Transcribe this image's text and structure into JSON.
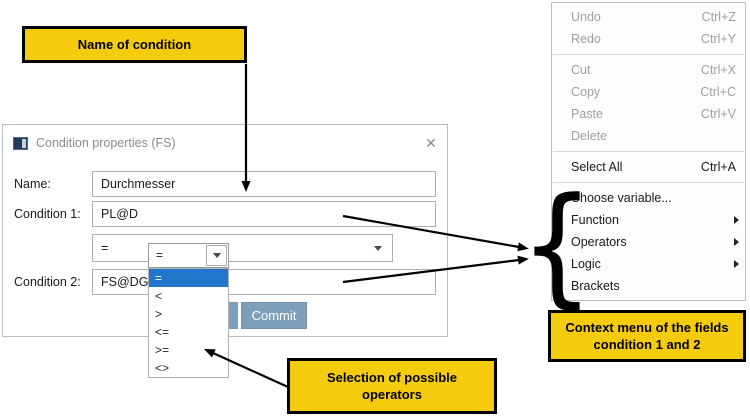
{
  "colors": {
    "callout_yellow": "#F5CC0D",
    "selection_blue": "#2277CC",
    "commit_button_blue": "#7C9FBA"
  },
  "annotations": {
    "name_of_condition": "Name of condition",
    "selection_line1": "Selection of possible",
    "selection_line2": "operators",
    "context_line1": "Context menu  of the fields",
    "context_line2": "condition 1 and 2",
    "brace": "{"
  },
  "dialog": {
    "title": "Condition properties (FS)",
    "close_glyph": "✕",
    "name_label": "Name:",
    "name_value": "Durchmesser",
    "condition1_label": "Condition 1:",
    "condition1_value": "PL@D",
    "condition2_label": "Condition 2:",
    "condition2_value": "FS@DG",
    "operator_value": "=",
    "commit_label": "Commit"
  },
  "operator_dropdown": {
    "value": "=",
    "selected_index": 0,
    "options": [
      {
        "label": "="
      },
      {
        "label": "<"
      },
      {
        "label": ">"
      },
      {
        "label": "<="
      },
      {
        "label": ">="
      },
      {
        "label": "<>"
      }
    ]
  },
  "context_menu": {
    "items": [
      {
        "label": "Undo",
        "shortcut": "Ctrl+Z",
        "enabled": false
      },
      {
        "label": "Redo",
        "shortcut": "Ctrl+Y",
        "enabled": false
      },
      {
        "separator": true
      },
      {
        "label": "Cut",
        "shortcut": "Ctrl+X",
        "enabled": false
      },
      {
        "label": "Copy",
        "shortcut": "Ctrl+C",
        "enabled": false
      },
      {
        "label": "Paste",
        "shortcut": "Ctrl+V",
        "enabled": false
      },
      {
        "label": "Delete",
        "enabled": false
      },
      {
        "separator": true
      },
      {
        "label": "Select All",
        "shortcut": "Ctrl+A",
        "enabled": true
      },
      {
        "separator": true
      },
      {
        "label": "Choose variable...",
        "enabled": true
      },
      {
        "label": "Function",
        "enabled": true,
        "submenu": true
      },
      {
        "label": "Operators",
        "enabled": true,
        "submenu": true
      },
      {
        "label": "Logic",
        "enabled": true,
        "submenu": true
      },
      {
        "label": "Brackets",
        "enabled": true
      }
    ]
  }
}
